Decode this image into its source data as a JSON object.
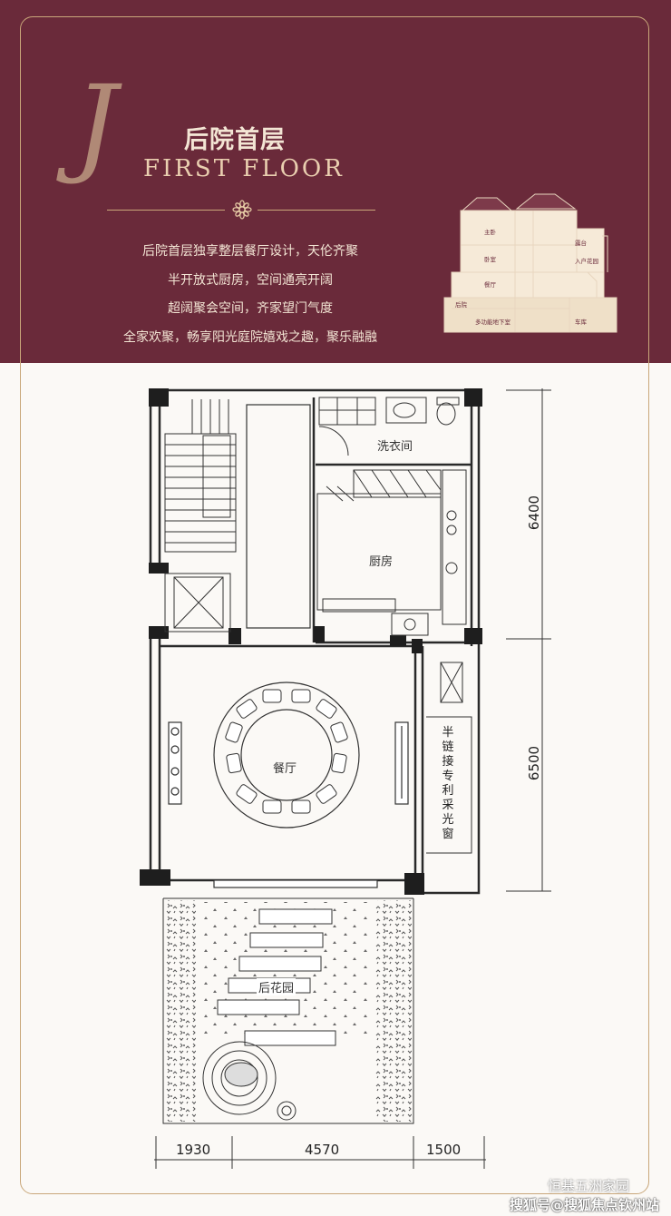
{
  "header": {
    "title_cn": "后院首层",
    "title_en": "FIRST FLOOR",
    "letter": "J",
    "lines": [
      "后院首层独享整层餐厅设计，天伦齐聚",
      "半开放式厨房，空间通亮开阔",
      "超阔聚会空间，齐家望门气度",
      "全家欢聚，畅享阳光庭院嬉戏之趣，聚乐融融"
    ]
  },
  "thumbnail": {
    "labels": [
      "主卧",
      "卧室",
      "露台",
      "入户花园",
      "餐厅",
      "后院",
      "多功能地下室",
      "车库"
    ]
  },
  "plan": {
    "rooms": {
      "laundry": "洗衣间",
      "kitchen": "厨房",
      "dining": "餐厅",
      "garden": "后花园"
    },
    "skylight": "半链接专利采光窗",
    "dims_bottom": [
      "1930",
      "4570",
      "1500"
    ],
    "dims_right": [
      "6400",
      "6500"
    ]
  },
  "watermark": {
    "line1": "恒基五洲家园",
    "line2": "搜狐号@搜狐焦点钦州站"
  },
  "colors": {
    "header_bg": "#6a2a3a",
    "gold": "#c9a77a",
    "wall": "#2a2a2a"
  }
}
